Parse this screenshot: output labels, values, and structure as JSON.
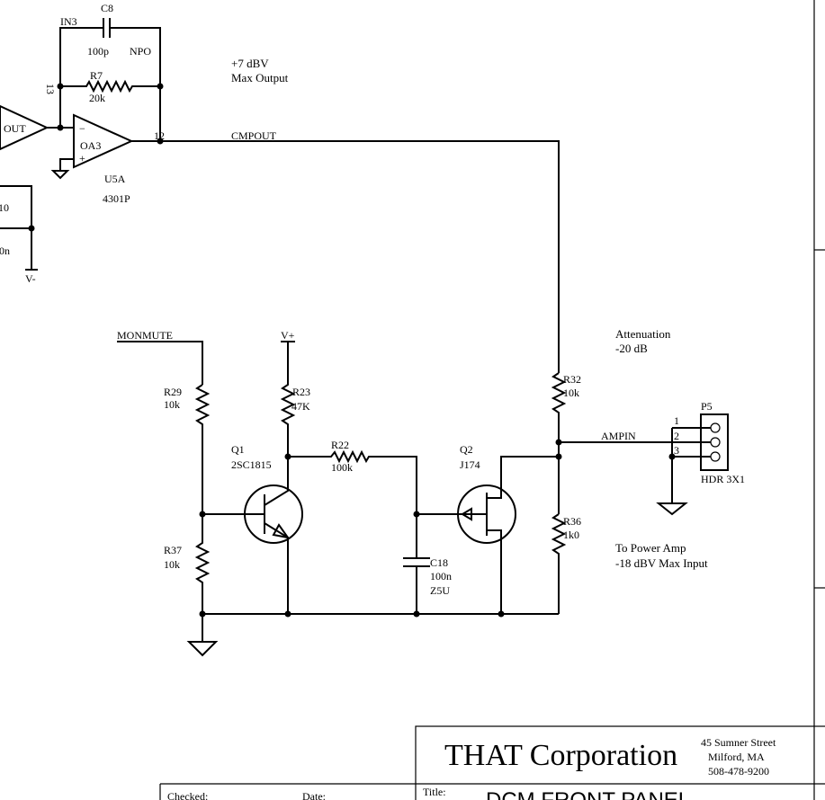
{
  "labels": {
    "in3": "IN3",
    "c8": "C8",
    "c8_value": "100p",
    "c8_type": "NPO",
    "pin13": "13",
    "r7": "R7",
    "r7_value": "20k",
    "out": "OUT",
    "oa3": "OA3",
    "minus": "−",
    "plus": "+",
    "pin12": "12",
    "u5a": "U5A",
    "u5a_part": "4301P",
    "partial_10": "10",
    "partial_0n": "0n",
    "vminus": "V-",
    "max_output_line1": "+7 dBV",
    "max_output_line2": "Max Output",
    "cmpout": "CMPOUT",
    "monmute": "MONMUTE",
    "vplus": "V+",
    "r29": "R29",
    "r29_value": "10k",
    "r23": "R23",
    "r23_value": "47K",
    "q1": "Q1",
    "q1_part": "2SC1815",
    "r22": "R22",
    "r22_value": "100k",
    "q2": "Q2",
    "q2_part": "J174",
    "r37": "R37",
    "r37_value": "10k",
    "c18": "C18",
    "c18_value": "100n",
    "c18_type": "Z5U",
    "attenuation_line1": "Attenuation",
    "attenuation_line2": "-20 dB",
    "r32": "R32",
    "r32_value": "10k",
    "ampin": "AMPIN",
    "r36": "R36",
    "r36_value": "1k0",
    "p5": "P5",
    "p5_pin1": "1",
    "p5_pin2": "2",
    "p5_pin3": "3",
    "hdr": "HDR 3X1",
    "power_amp_line1": "To Power Amp",
    "power_amp_line2": "-18 dBV Max Input"
  },
  "title_block": {
    "company": "THAT Corporation",
    "address_line1": "45 Sumner Street",
    "address_line2": "Milford, MA",
    "address_line3": "508-478-9200",
    "checked_label": "Checked:",
    "date_label": "Date:",
    "title_label": "Title:",
    "title_value": "DCM FRONT PANEL"
  }
}
